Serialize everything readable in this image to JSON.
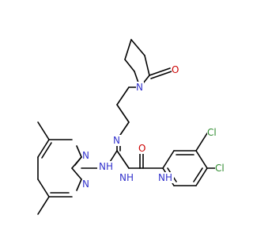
{
  "colors": {
    "nitrogen": "#3333cc",
    "oxygen": "#cc0000",
    "chlorine": "#2e8b2e",
    "carbon": "#000000"
  },
  "atoms": [
    {
      "id": "pyr_N1",
      "label": "N",
      "element": "nitrogen"
    },
    {
      "id": "pyr_N3",
      "label": "N",
      "element": "nitrogen"
    },
    {
      "id": "NH_left",
      "label": "NH",
      "element": "nitrogen"
    },
    {
      "id": "N_imine",
      "label": "N",
      "element": "nitrogen"
    },
    {
      "id": "NH_mid",
      "label": "NH",
      "element": "nitrogen"
    },
    {
      "id": "O_urea",
      "label": "O",
      "element": "oxygen"
    },
    {
      "id": "NH_right",
      "label": "NH",
      "element": "nitrogen"
    },
    {
      "id": "N_lactam",
      "label": "N",
      "element": "nitrogen"
    },
    {
      "id": "O_lactam",
      "label": "O",
      "element": "oxygen"
    },
    {
      "id": "Cl_top",
      "label": "Cl",
      "element": "chlorine"
    },
    {
      "id": "Cl_bottom",
      "label": "Cl",
      "element": "chlorine"
    }
  ]
}
